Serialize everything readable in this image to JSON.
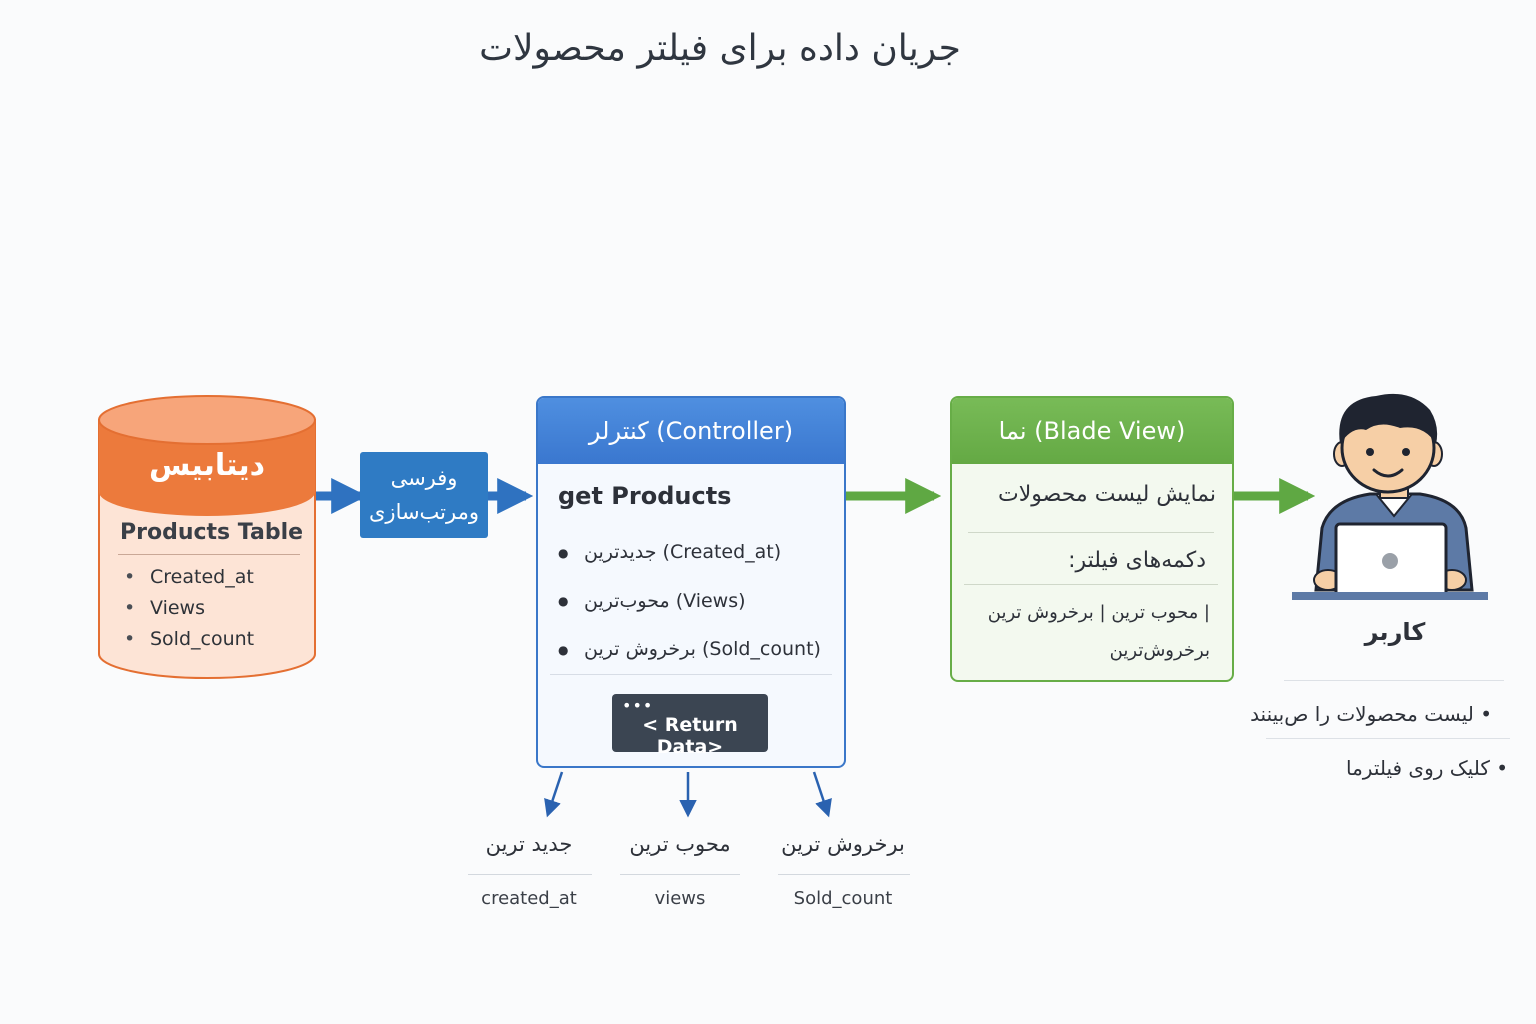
{
  "title": "جریان داده برای فیلتر محصولات",
  "database": {
    "title": "دیتابیس",
    "table_title": "Products Table",
    "fields": [
      "Created_at",
      "Views",
      "Sold_count"
    ]
  },
  "filter_box": {
    "line1": "وفرسی",
    "line2": "ومرتب‌سازی"
  },
  "controller": {
    "title": "کنترلر (Controller)",
    "method": "get Products",
    "items": [
      "جدیدترین (Created_at)",
      "محوب‌ترین (Views)",
      "برخروش ترین (Sold_count)"
    ],
    "return_label": "< Return Data>",
    "return_dots": "•••"
  },
  "view": {
    "title": "نما (Blade View)",
    "line1": "نمایش لیست محصولات",
    "line2": "دکمه‌های فیلتر:",
    "line3": "| محوب  ترین  |  برخروش ترین برخروش‌ترین"
  },
  "user": {
    "label": "کاربر",
    "items": [
      "لیست محصولات را ص‌بینند",
      "کلیک روی فیلترما"
    ]
  },
  "outputs": [
    {
      "label": "جدید ترین",
      "field": "created_at"
    },
    {
      "label": "محوب ترین",
      "field": "views"
    },
    {
      "label": "برخروش ترین",
      "field": "Sold_count"
    }
  ],
  "colors": {
    "database": "#e8773a",
    "database_body": "#fde2d4",
    "filter": "#2f7bc4",
    "controller": "#3a77cf",
    "view": "#67ad47",
    "return_button": "#3b4552"
  }
}
